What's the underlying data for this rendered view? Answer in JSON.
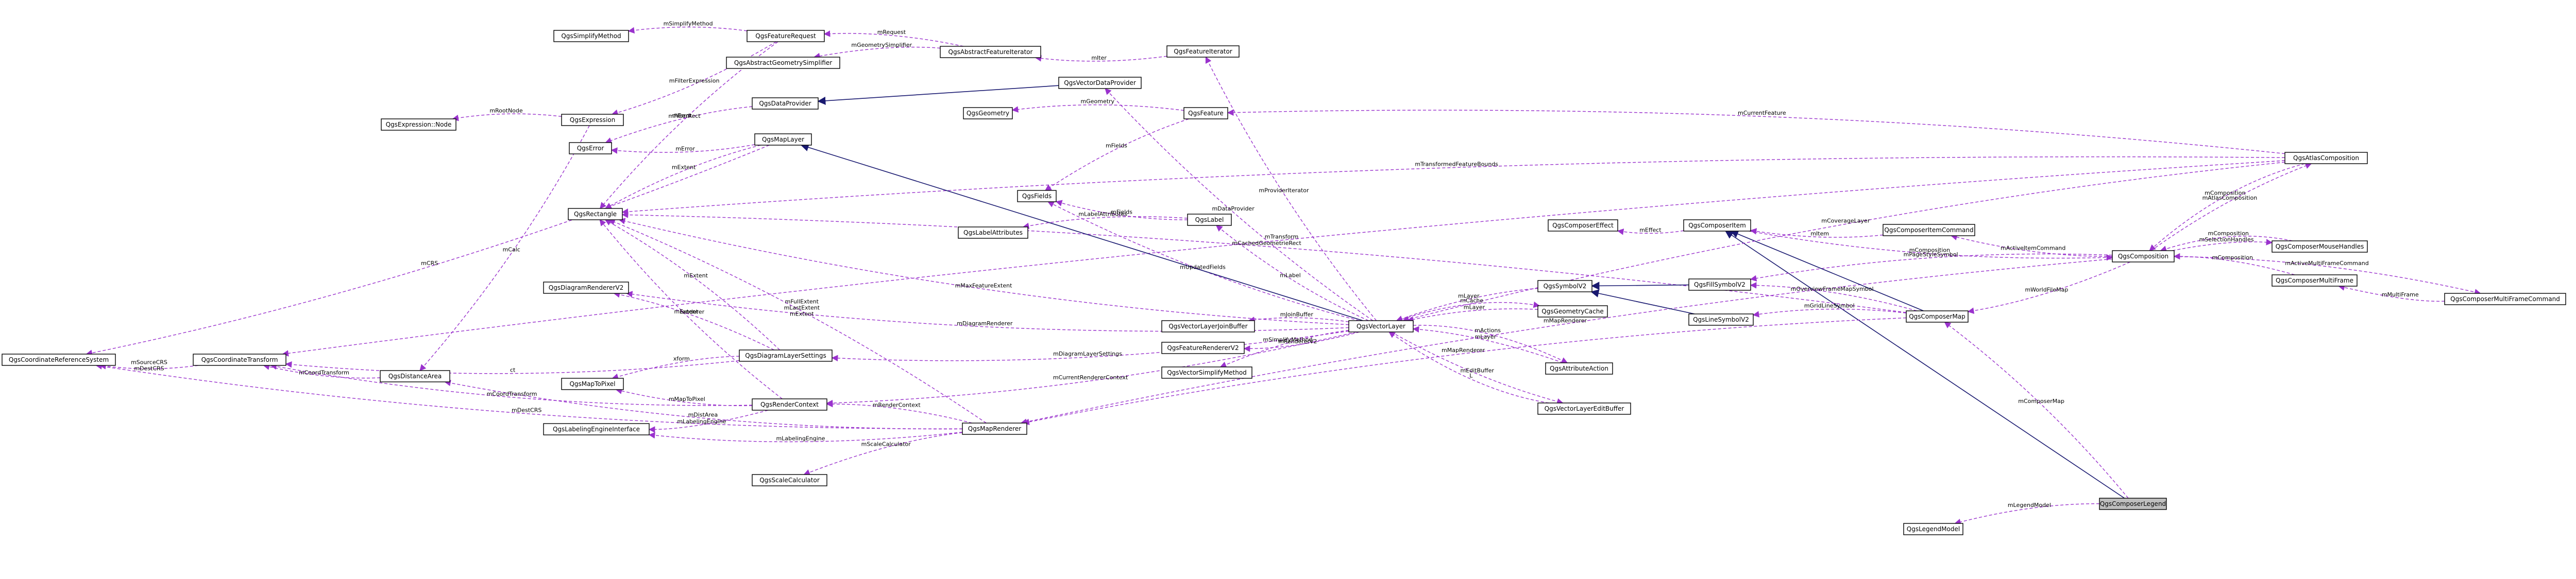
{
  "diagram": {
    "nodes": [
      {
        "id": "QgsComposerLegend",
        "label": "QgsComposerLegend",
        "highlight": true
      },
      {
        "id": "QgsLegendModel",
        "label": "QgsLegendModel"
      },
      {
        "id": "QgsComposerItem",
        "label": "QgsComposerItem"
      },
      {
        "id": "QgsComposerItemCommand",
        "label": "QgsComposerItemCommand"
      },
      {
        "id": "QgsComposerEffect",
        "label": "QgsComposerEffect"
      },
      {
        "id": "QgsComposition",
        "label": "QgsComposition"
      },
      {
        "id": "QgsAtlasComposition",
        "label": "QgsAtlasComposition"
      },
      {
        "id": "QgsComposerMouseHandles",
        "label": "QgsComposerMouseHandles"
      },
      {
        "id": "QgsComposerMultiFrame",
        "label": "QgsComposerMultiFrame"
      },
      {
        "id": "QgsComposerMultiFrameCommand",
        "label": "QgsComposerMultiFrameCommand"
      },
      {
        "id": "QgsComposerMap",
        "label": "QgsComposerMap"
      },
      {
        "id": "QgsFillSymbolV2",
        "label": "QgsFillSymbolV2"
      },
      {
        "id": "QgsLineSymbolV2",
        "label": "QgsLineSymbolV2"
      },
      {
        "id": "QgsSymbolV2",
        "label": "QgsSymbolV2"
      },
      {
        "id": "QgsGeometryCache",
        "label": "QgsGeometryCache"
      },
      {
        "id": "QgsAttributeAction",
        "label": "QgsAttributeAction"
      },
      {
        "id": "QgsVectorLayerEditBuffer",
        "label": "QgsVectorLayerEditBuffer"
      },
      {
        "id": "QgsVectorLayer",
        "label": "QgsVectorLayer"
      },
      {
        "id": "QgsVectorLayerJoinBuffer",
        "label": "QgsVectorLayerJoinBuffer"
      },
      {
        "id": "QgsFeatureRendererV2",
        "label": "QgsFeatureRendererV2"
      },
      {
        "id": "QgsVectorSimplifyMethod",
        "label": "QgsVectorSimplifyMethod"
      },
      {
        "id": "QgsLabel",
        "label": "QgsLabel"
      },
      {
        "id": "QgsLabelAttributes",
        "label": "QgsLabelAttributes"
      },
      {
        "id": "QgsFields",
        "label": "QgsFields"
      },
      {
        "id": "QgsFeature",
        "label": "QgsFeature"
      },
      {
        "id": "QgsGeometry",
        "label": "QgsGeometry"
      },
      {
        "id": "QgsVectorDataProvider",
        "label": "QgsVectorDataProvider"
      },
      {
        "id": "QgsDataProvider",
        "label": "QgsDataProvider"
      },
      {
        "id": "QgsMapLayer",
        "label": "QgsMapLayer"
      },
      {
        "id": "QgsFeatureIterator",
        "label": "QgsFeatureIterator"
      },
      {
        "id": "QgsAbstractFeatureIterator",
        "label": "QgsAbstractFeatureIterator"
      },
      {
        "id": "QgsFeatureRequest",
        "label": "QgsFeatureRequest"
      },
      {
        "id": "QgsAbstractGeometrySimplifier",
        "label": "QgsAbstractGeometrySimplifier"
      },
      {
        "id": "QgsSimplifyMethod",
        "label": "QgsSimplifyMethod"
      },
      {
        "id": "QgsExpression",
        "label": "QgsExpression"
      },
      {
        "id": "QgsExpressionNode",
        "label": "QgsExpression::Node"
      },
      {
        "id": "QgsError",
        "label": "QgsError"
      },
      {
        "id": "QgsRectangle",
        "label": "QgsRectangle"
      },
      {
        "id": "QgsDiagramRendererV2",
        "label": "QgsDiagramRendererV2"
      },
      {
        "id": "QgsDiagramLayerSettings",
        "label": "QgsDiagramLayerSettings"
      },
      {
        "id": "QgsMapToPixel",
        "label": "QgsMapToPixel"
      },
      {
        "id": "QgsRenderContext",
        "label": "QgsRenderContext"
      },
      {
        "id": "QgsLabelingEngineInterface",
        "label": "QgsLabelingEngineInterface"
      },
      {
        "id": "QgsMapRenderer",
        "label": "QgsMapRenderer"
      },
      {
        "id": "QgsScaleCalculator",
        "label": "QgsScaleCalculator"
      },
      {
        "id": "QgsDistanceArea",
        "label": "QgsDistanceArea"
      },
      {
        "id": "QgsCoordinateTransform",
        "label": "QgsCoordinateTransform"
      },
      {
        "id": "QgsCoordinateReferenceSystem",
        "label": "QgsCoordinateReferenceSystem"
      }
    ],
    "edges": [
      {
        "from": "QgsComposerLegend",
        "to": "QgsLegendModel",
        "label": "mLegendModel",
        "kind": "uses"
      },
      {
        "from": "QgsComposerLegend",
        "to": "QgsComposerMap",
        "label": "mComposerMap",
        "kind": "uses"
      },
      {
        "from": "QgsComposerLegend",
        "to": "QgsComposerItem",
        "label": "",
        "kind": "inherit"
      },
      {
        "from": "QgsComposerItem",
        "to": "QgsComposerEffect",
        "label": "mEffect",
        "kind": "uses"
      },
      {
        "from": "QgsComposerItem",
        "to": "QgsComposition",
        "label": "mComposition",
        "kind": "uses"
      },
      {
        "from": "QgsComposerItemCommand",
        "to": "QgsComposerItem",
        "label": "mItem",
        "kind": "uses"
      },
      {
        "from": "QgsComposition",
        "to": "QgsComposerItemCommand",
        "label": "mActiveItemCommand",
        "kind": "uses"
      },
      {
        "from": "QgsComposition",
        "to": "QgsComposerMouseHandles",
        "label": "mSelectionHandles",
        "kind": "uses"
      },
      {
        "from": "QgsComposerMouseHandles",
        "to": "QgsComposition",
        "label": "mComposition",
        "kind": "uses"
      },
      {
        "from": "QgsComposerMultiFrame",
        "to": "QgsComposition",
        "label": "mComposition",
        "kind": "uses"
      },
      {
        "from": "QgsComposerMultiFrameCommand",
        "to": "QgsComposerMultiFrame",
        "label": "mMultiFrame",
        "kind": "uses"
      },
      {
        "from": "QgsComposition",
        "to": "QgsComposerMultiFrameCommand",
        "label": "mActiveMultiFrameCommand",
        "kind": "uses"
      },
      {
        "from": "QgsComposition",
        "to": "QgsAtlasComposition",
        "label": "mAtlasComposition",
        "kind": "uses"
      },
      {
        "from": "QgsAtlasComposition",
        "to": "QgsComposition",
        "label": "mComposition",
        "kind": "uses"
      },
      {
        "from": "QgsComposition",
        "to": "QgsFillSymbolV2",
        "label": "mPageStyleSymbol",
        "kind": "uses"
      },
      {
        "from": "QgsComposition",
        "to": "QgsComposerMap",
        "label": "mWorldFileMap",
        "kind": "uses"
      },
      {
        "from": "QgsComposition",
        "to": "QgsMapRenderer",
        "label": "mMapRenderer",
        "kind": "uses"
      },
      {
        "from": "QgsComposerMap",
        "to": "QgsComposerItem",
        "label": "",
        "kind": "inherit"
      },
      {
        "from": "QgsComposerMap",
        "to": "QgsFillSymbolV2",
        "label": "mOverviewFrameMapSymbol",
        "kind": "uses"
      },
      {
        "from": "QgsComposerMap",
        "to": "QgsLineSymbolV2",
        "label": "mGridLineSymbol",
        "kind": "uses"
      },
      {
        "from": "QgsComposerMap",
        "to": "QgsMapRenderer",
        "label": "mMapRenderer",
        "kind": "uses"
      },
      {
        "from": "QgsComposerMap",
        "to": "QgsRectangle",
        "label": "mCachedGeometrieRect",
        "kind": "uses"
      },
      {
        "from": "QgsFillSymbolV2",
        "to": "QgsSymbolV2",
        "label": "",
        "kind": "inherit"
      },
      {
        "from": "QgsLineSymbolV2",
        "to": "QgsSymbolV2",
        "label": "",
        "kind": "inherit"
      },
      {
        "from": "QgsSymbolV2",
        "to": "QgsVectorLayer",
        "label": "mLayer",
        "kind": "uses"
      },
      {
        "from": "QgsAtlasComposition",
        "to": "QgsVectorLayer",
        "label": "mCoverageLayer",
        "kind": "uses"
      },
      {
        "from": "QgsAtlasComposition",
        "to": "QgsFeature",
        "label": "mCurrentFeature",
        "kind": "uses"
      },
      {
        "from": "QgsAtlasComposition",
        "to": "QgsRectangle",
        "label": "mTransformedFeatureBounds",
        "kind": "uses"
      },
      {
        "from": "QgsAtlasComposition",
        "to": "QgsCoordinateTransform",
        "label": "mTransform",
        "kind": "uses"
      },
      {
        "from": "QgsGeometryCache",
        "to": "QgsVectorLayer",
        "label": "mLayer",
        "kind": "uses"
      },
      {
        "from": "QgsVectorLayer",
        "to": "QgsGeometryCache",
        "label": "mCache",
        "kind": "uses"
      },
      {
        "from": "QgsAttributeAction",
        "to": "QgsVectorLayer",
        "label": "mLayer",
        "kind": "uses"
      },
      {
        "from": "QgsVectorLayer",
        "to": "QgsAttributeAction",
        "label": "mActions",
        "kind": "uses"
      },
      {
        "from": "QgsVectorLayer",
        "to": "QgsVectorLayerEditBuffer",
        "label": "mEditBuffer",
        "kind": "uses"
      },
      {
        "from": "QgsVectorLayerEditBuffer",
        "to": "QgsVectorLayer",
        "label": "L",
        "kind": "uses"
      },
      {
        "from": "QgsVectorLayer",
        "to": "QgsVectorLayerJoinBuffer",
        "label": "mJoinBuffer",
        "kind": "uses"
      },
      {
        "from": "QgsVectorLayer",
        "to": "QgsFeatureRendererV2",
        "label": "mRendererV2",
        "kind": "uses"
      },
      {
        "from": "QgsVectorLayer",
        "to": "QgsVectorSimplifyMethod",
        "label": "mSimplifyMethod",
        "kind": "uses"
      },
      {
        "from": "QgsVectorLayer",
        "to": "QgsLabel",
        "label": "mLabel",
        "kind": "uses"
      },
      {
        "from": "QgsVectorLayer",
        "to": "QgsFields",
        "label": "mUpdatedFields",
        "kind": "uses"
      },
      {
        "from": "QgsVectorLayer",
        "to": "QgsVectorDataProvider",
        "label": "mDataProvider",
        "kind": "uses"
      },
      {
        "from": "QgsVectorLayer",
        "to": "QgsFeatureIterator",
        "label": "mProviderIterator",
        "kind": "uses"
      },
      {
        "from": "QgsVectorLayer",
        "to": "QgsMapLayer",
        "label": "",
        "kind": "inherit"
      },
      {
        "from": "QgsVectorLayer",
        "to": "QgsDiagramRendererV2",
        "label": "mDiagramRenderer",
        "kind": "uses"
      },
      {
        "from": "QgsVectorLayer",
        "to": "QgsDiagramLayerSettings",
        "label": "mDiagramLayerSettings",
        "kind": "uses"
      },
      {
        "from": "QgsVectorLayer",
        "to": "QgsRenderContext",
        "label": "mCurrentRendererContext",
        "kind": "uses"
      },
      {
        "from": "QgsVectorLayer",
        "to": "QgsRectangle",
        "label": "mMaxFeatureExtent",
        "kind": "uses"
      },
      {
        "from": "QgsLabel",
        "to": "QgsLabelAttributes",
        "label": "mLabelAttributes",
        "kind": "uses"
      },
      {
        "from": "QgsLabel",
        "to": "QgsFields",
        "label": "mFields",
        "kind": "uses"
      },
      {
        "from": "QgsFeature",
        "to": "QgsFields",
        "label": "mFields",
        "kind": "uses"
      },
      {
        "from": "QgsFeature",
        "to": "QgsGeometry",
        "label": "mGeometry",
        "kind": "uses"
      },
      {
        "from": "QgsVectorDataProvider",
        "to": "QgsDataProvider",
        "label": "",
        "kind": "inherit"
      },
      {
        "from": "QgsFeatureIterator",
        "to": "QgsAbstractFeatureIterator",
        "label": "mIter",
        "kind": "uses"
      },
      {
        "from": "QgsAbstractFeatureIterator",
        "to": "QgsFeatureRequest",
        "label": "mRequest",
        "kind": "uses"
      },
      {
        "from": "QgsAbstractFeatureIterator",
        "to": "QgsAbstractGeometrySimplifier",
        "label": "mGeometrySimplifier",
        "kind": "uses"
      },
      {
        "from": "QgsFeatureRequest",
        "to": "QgsSimplifyMethod",
        "label": "mSimplifyMethod",
        "kind": "uses"
      },
      {
        "from": "QgsFeatureRequest",
        "to": "QgsExpression",
        "label": "mFilterExpression",
        "kind": "uses"
      },
      {
        "from": "QgsFeatureRequest",
        "to": "QgsRectangle",
        "label": "mFilterRect",
        "kind": "uses"
      },
      {
        "from": "QgsExpression",
        "to": "QgsExpressionNode",
        "label": "mRootNode",
        "kind": "uses"
      },
      {
        "from": "QgsExpression",
        "to": "QgsDistanceArea",
        "label": "mCalc",
        "kind": "uses"
      },
      {
        "from": "QgsDataProvider",
        "to": "QgsError",
        "label": "mError",
        "kind": "uses"
      },
      {
        "from": "QgsMapLayer",
        "to": "QgsError",
        "label": "mError",
        "kind": "uses"
      },
      {
        "from": "QgsMapLayer",
        "to": "QgsRectangle",
        "label": "mExtent",
        "kind": "uses"
      },
      {
        "from": "QgsMapLayer",
        "to": "QgsCoordinateReferenceSystem",
        "label": "mCRS",
        "kind": "uses"
      },
      {
        "from": "QgsDiagramLayerSettings",
        "to": "QgsDiagramRendererV2",
        "label": "renderer",
        "kind": "uses"
      },
      {
        "from": "QgsDiagramLayerSettings",
        "to": "QgsCoordinateTransform",
        "label": "ct",
        "kind": "uses"
      },
      {
        "from": "QgsDiagramLayerSettings",
        "to": "QgsMapToPixel",
        "label": "xform",
        "kind": "uses"
      },
      {
        "from": "QgsDiagramLayerSettings",
        "to": "QgsRectangle",
        "label": "mExtent",
        "kind": "uses"
      },
      {
        "from": "QgsRenderContext",
        "to": "QgsMapToPixel",
        "label": "mMapToPixel",
        "kind": "uses"
      },
      {
        "from": "QgsRenderContext",
        "to": "QgsCoordinateTransform",
        "label": "mCoordTransform",
        "kind": "uses"
      },
      {
        "from": "QgsRenderContext",
        "to": "QgsLabelingEngineInterface",
        "label": "mLabelingEngine",
        "kind": "uses"
      },
      {
        "from": "QgsRenderContext",
        "to": "QgsRectangle",
        "label": "mExtent",
        "kind": "uses"
      },
      {
        "from": "QgsMapRenderer",
        "to": "QgsRenderContext",
        "label": "mRenderContext",
        "kind": "uses"
      },
      {
        "from": "QgsMapRenderer",
        "to": "QgsLabelingEngineInterface",
        "label": "mLabelingEngine",
        "kind": "uses"
      },
      {
        "from": "QgsMapRenderer",
        "to": "QgsScaleCalculator",
        "label": "mScaleCalculator",
        "kind": "uses"
      },
      {
        "from": "QgsMapRenderer",
        "to": "QgsDistanceArea",
        "label": "mDistArea",
        "kind": "uses"
      },
      {
        "from": "QgsMapRenderer",
        "to": "QgsCoordinateReferenceSystem",
        "label": "mDestCRS",
        "kind": "uses"
      },
      {
        "from": "QgsMapRenderer",
        "to": "QgsRectangle",
        "label": "mFullExtent\nmLastExtent\nmExtent",
        "kind": "uses"
      },
      {
        "from": "QgsDistanceArea",
        "to": "QgsCoordinateTransform",
        "label": "mCoordTransform",
        "kind": "uses"
      },
      {
        "from": "QgsCoordinateTransform",
        "to": "QgsCoordinateReferenceSystem",
        "label": "mSourceCRS\nmDestCRS",
        "kind": "uses"
      }
    ]
  },
  "colors": {
    "uses_edge": "#9a32cd",
    "inherit_edge": "#191970",
    "highlight_fill": "#bfbfbf"
  }
}
